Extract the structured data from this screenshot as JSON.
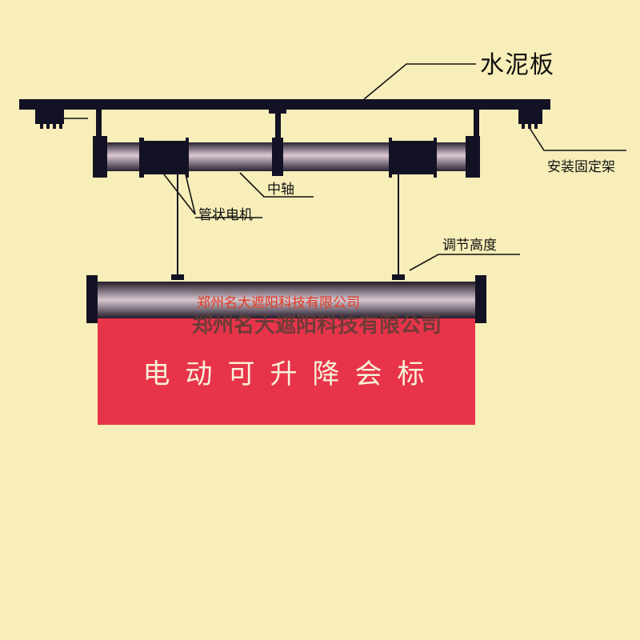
{
  "labels": {
    "concrete_slab": "水泥板",
    "mounting_bracket": "安装固定架",
    "center_axis": "中轴",
    "tubular_motor": "管状电机",
    "height_adjust": "调节高度"
  },
  "banner": {
    "text": "电动可升降会标",
    "color": "#e8344a"
  },
  "watermarks": {
    "small": "郑州名大遮阳科技有限公司",
    "large": "郑州名大遮阳科技有限公司"
  },
  "colors": {
    "background": "#f7eeb9",
    "structure": "#121224",
    "tube_light": "#dcc9d2",
    "tube_dark": "#2a2233"
  }
}
